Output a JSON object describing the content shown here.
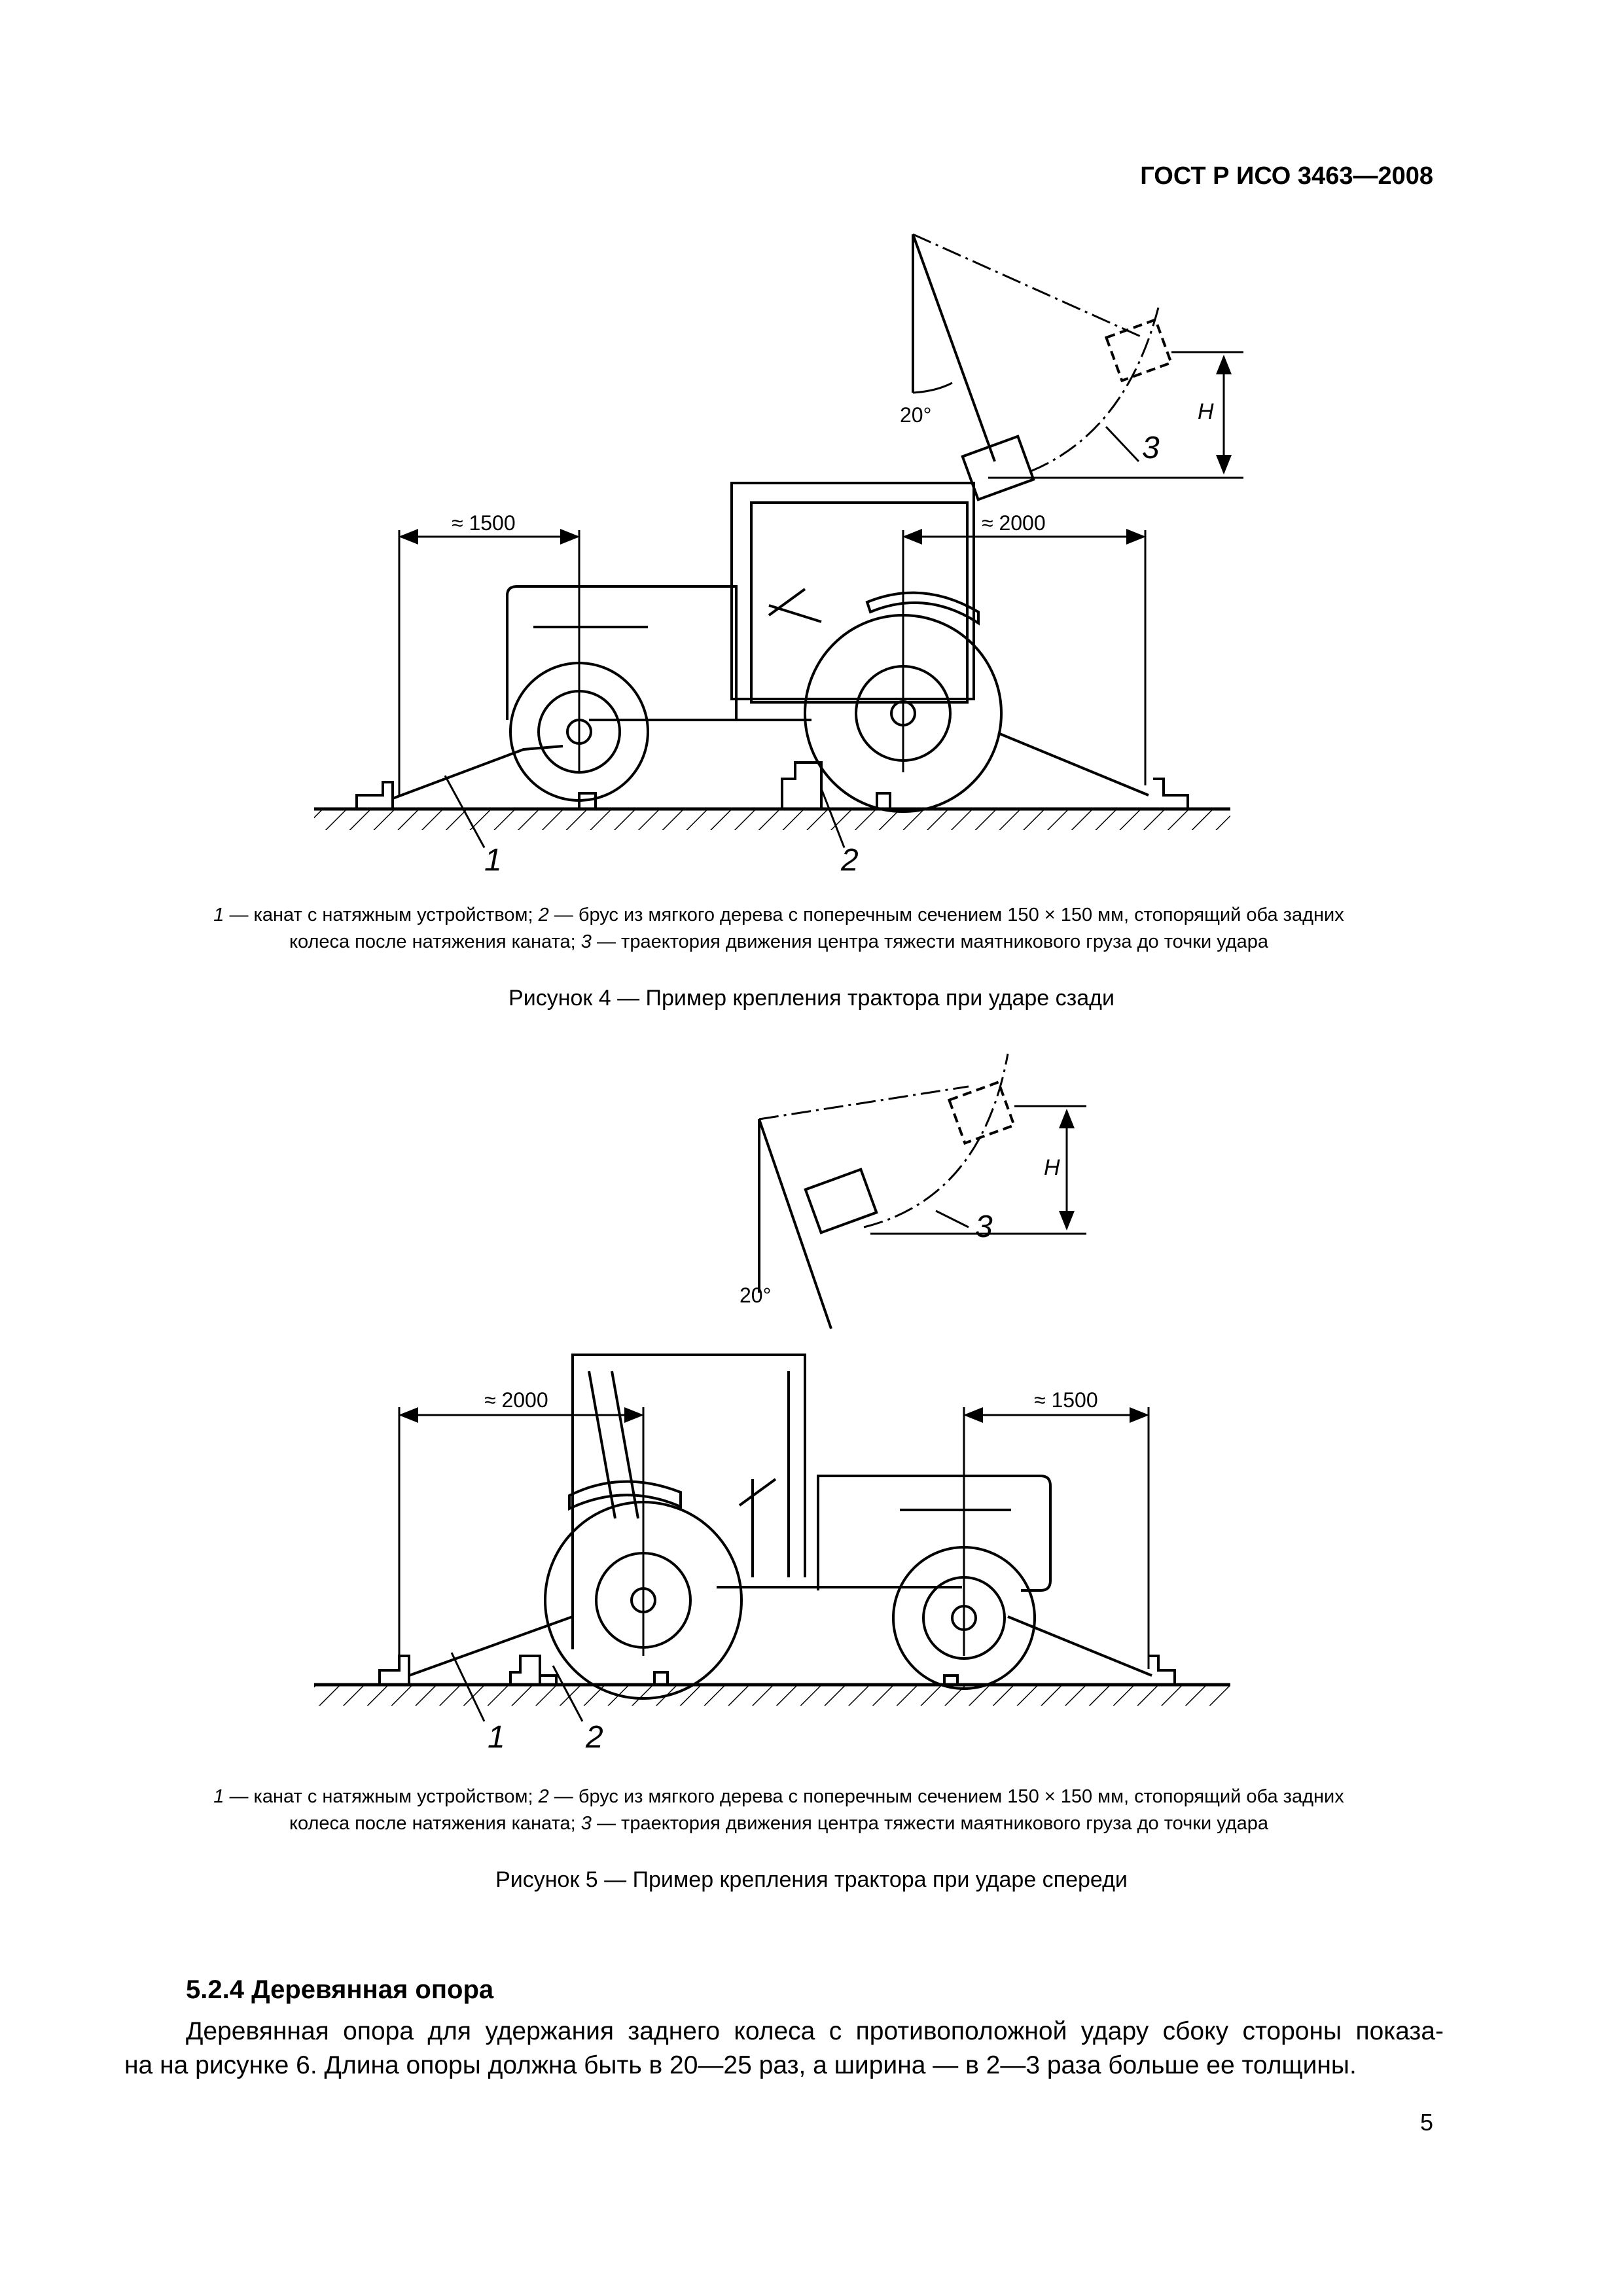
{
  "header": {
    "standard": "ГОСТ Р ИСО 3463—2008"
  },
  "figure4": {
    "dim_left": "≈ 1500",
    "dim_right": "≈ 2000",
    "angle": "20°",
    "height_symbol": "H",
    "callouts": [
      "1",
      "2",
      "3"
    ],
    "legend_line1_a": "1",
    "legend_line1_b": " — канат с натяжным устройством; ",
    "legend_line1_c": "2",
    "legend_line1_d": " — брус из мягкого дерева с поперечным сечением 150 × 150 мм, стопорящий оба задних",
    "legend_line2_a": "колеса после натяжения каната; ",
    "legend_line2_b": "3",
    "legend_line2_c": " — траектория движения центра тяжести маятникового груза до точки удара",
    "caption": "Рисунок 4 — Пример крепления трактора при ударе сзади"
  },
  "figure5": {
    "dim_left": "≈ 2000",
    "dim_right": "≈ 1500",
    "angle": "20°",
    "height_symbol": "H",
    "callouts": [
      "1",
      "2",
      "3"
    ],
    "legend_line1_a": "1",
    "legend_line1_b": " — канат с натяжным устройством; ",
    "legend_line1_c": "2",
    "legend_line1_d": " — брус из мягкого дерева с поперечным сечением 150 × 150 мм, стопорящий оба задних",
    "legend_line2_a": "колеса после натяжения каната; ",
    "legend_line2_b": "3",
    "legend_line2_c": " — траектория движения центра тяжести маятникового груза до точки удара",
    "caption": "Рисунок 5 — Пример крепления трактора при ударе спереди"
  },
  "section": {
    "title": "5.2.4 Деревянная опора",
    "text_line1": "Деревянная опора для удержания заднего колеса с противоположной удару сбоку стороны показа-",
    "text_line2": "на на рисунке 6. Длина опоры должна быть в 20—25 раз, а ширина — в 2—3 раза больше ее толщины."
  },
  "page_number": "5"
}
